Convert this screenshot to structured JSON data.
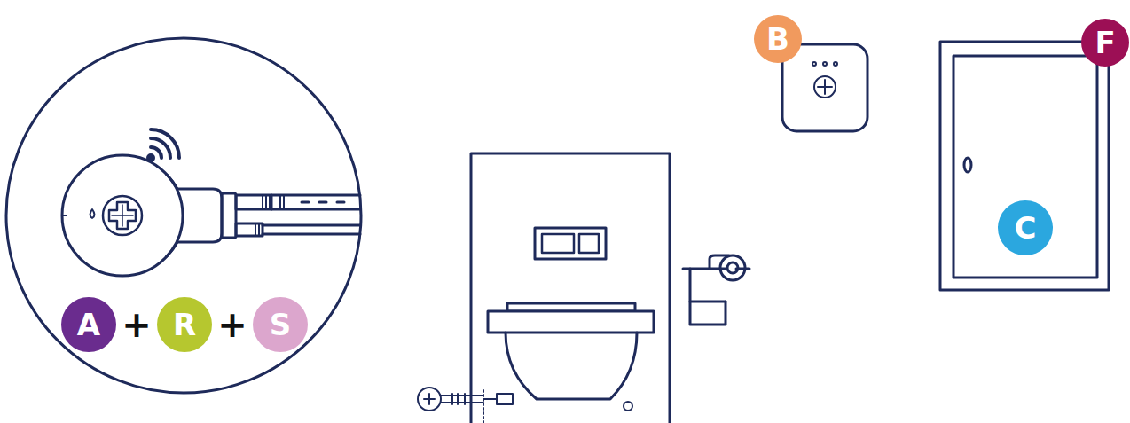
{
  "diagram": {
    "nodes": [
      {
        "text": [
          "B"
        ]
      },
      {
        "text": [
          "F"
        ]
      },
      {
        "text": [
          "C"
        ]
      },
      {
        "text": [
          "A"
        ]
      },
      {
        "text": [
          "R"
        ]
      },
      {
        "text": [
          "S"
        ]
      }
    ],
    "labels": [
      "+",
      "+"
    ]
  }
}
